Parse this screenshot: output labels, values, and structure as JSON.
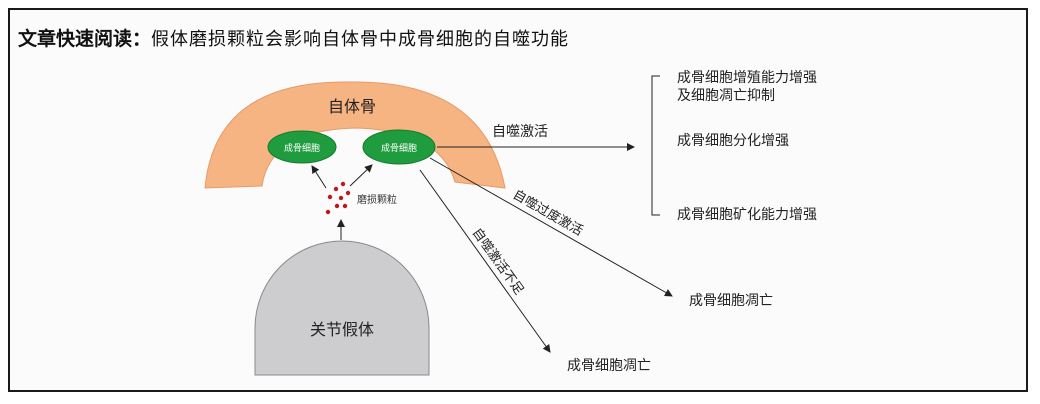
{
  "header": {
    "label": "文章快速阅读：",
    "text": "假体磨损颗粒会影响自体骨中成骨细胞的自噬功能"
  },
  "diagram": {
    "bone_label": "自体骨",
    "cell_left": "成骨细胞",
    "cell_right": "成骨细胞",
    "particles_label": "磨损颗粒",
    "prosthesis_label": "关节假体",
    "arrow_activation": "自噬激活",
    "arrow_overactivation": "自噬过度激活",
    "arrow_insufficient": "自噬激活不足",
    "outcome_overactivation": "成骨细胞凋亡",
    "outcome_insufficient": "成骨细胞凋亡",
    "effects": [
      "成骨细胞增殖能力增强",
      "及细胞凋亡抑制",
      "成骨细胞分化增强",
      "成骨细胞矿化能力增强"
    ]
  },
  "colors": {
    "bone": "#f6b482",
    "cell": "#1e9c3e",
    "prosthesis": "#cdcdd0",
    "particles": "#c0161a"
  }
}
